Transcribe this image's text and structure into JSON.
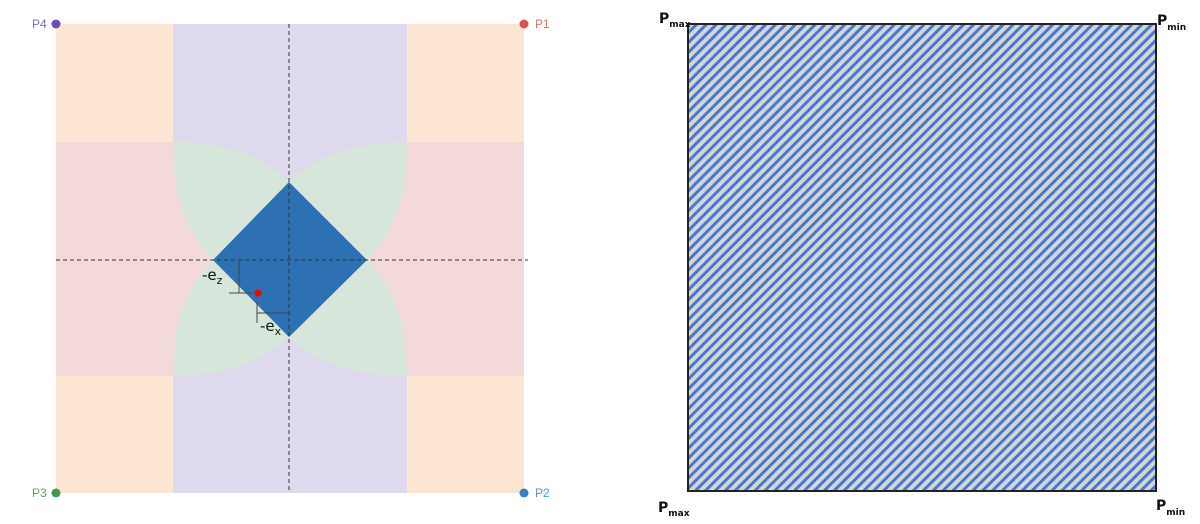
{
  "left_diagram": {
    "colors": {
      "corner_region": "#fde5d4",
      "vertical_band": "#dfd9ed",
      "horizontal_band": "#f4d9da",
      "petal": "#d6e6da",
      "diamond": "#2e70b4",
      "sample_point": "#ff0000",
      "guide_line": "#333333"
    },
    "points": [
      {
        "id": "P1",
        "label": "P1",
        "color": "#d9534f",
        "position": "top-right"
      },
      {
        "id": "P2",
        "label": "P2",
        "color": "#3a7fc4",
        "position": "bottom-right"
      },
      {
        "id": "P3",
        "label": "P3",
        "color": "#3f9a4f",
        "position": "bottom-left"
      },
      {
        "id": "P4",
        "label": "P4",
        "color": "#6a4fb8",
        "position": "top-left"
      }
    ],
    "annotations": {
      "ez": {
        "prefix": "-e",
        "sub": "z"
      },
      "ex": {
        "prefix": "-e",
        "sub": "x"
      }
    }
  },
  "right_diagram": {
    "colors": {
      "hatch_background": "#d3d6dc",
      "hatch_stripe": "#4a78c8",
      "border": "#222222"
    },
    "corners": {
      "top_left": {
        "main": "P",
        "sub": "max"
      },
      "top_right": {
        "main": "P",
        "sub": "min"
      },
      "bottom_left": {
        "main": "P",
        "sub": "max"
      },
      "bottom_right": {
        "main": "P",
        "sub": "min"
      }
    }
  }
}
